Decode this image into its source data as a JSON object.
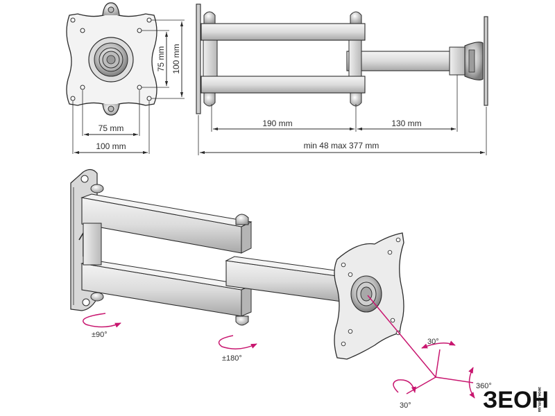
{
  "dimensions": {
    "plate_v_inner": "75 mm",
    "plate_v_outer": "100 mm",
    "plate_h_inner": "75 mm",
    "plate_h_outer": "100 mm",
    "arm1_length": "190 mm",
    "arm2_length": "130 mm",
    "total_extension": "min 48 max 377 mm"
  },
  "rotations": {
    "wall_swivel": "±90°",
    "elbow_swivel": "±180°",
    "tilt_top": "30°",
    "tilt_bottom": "30°",
    "plate_rotation": "360°"
  },
  "brand": {
    "logo": "ЗЕОН",
    "logo_side_text": "зеон.com.ua"
  },
  "colors": {
    "line": "#2a2a2a",
    "steel_light": "#e9e9e9",
    "steel_mid": "#c9c9c9",
    "steel_dark": "#8f8f8f",
    "accent_magenta": "#c8166f"
  }
}
